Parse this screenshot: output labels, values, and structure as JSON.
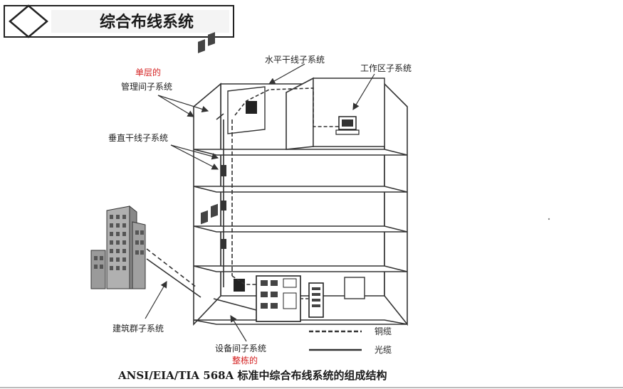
{
  "header": {
    "title": "综合布线系统"
  },
  "labels": {
    "single_floor": "单层的",
    "telecom_room": "管理间子系统",
    "horizontal": "水平干线子系统",
    "work_area": "工作区子系统",
    "backbone": "垂直干线子系统",
    "campus": "建筑群子系统",
    "equipment_room": "设备间子系统",
    "whole_building": "整栋的"
  },
  "legend": {
    "copper": "铜缆",
    "fiber": "光缆"
  },
  "caption": "ANSI/EIA/TIA 568A 标准中综合布线系统的组成结构",
  "colors": {
    "annotation_red": "#d42020",
    "line": "#333333"
  }
}
